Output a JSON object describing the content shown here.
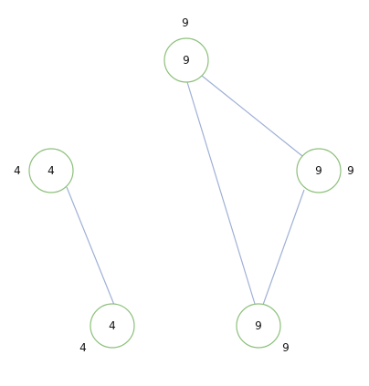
{
  "graph": {
    "colors": {
      "node_stroke": "#8cc07a",
      "edge": "#9fb0d6",
      "text": "#111111"
    },
    "nodes": [
      {
        "id": "top",
        "value": "9",
        "outside_label": "9"
      },
      {
        "id": "right",
        "value": "9",
        "outside_label": "9"
      },
      {
        "id": "bottom",
        "value": "9",
        "outside_label": "9"
      },
      {
        "id": "left",
        "value": "4",
        "outside_label": "4"
      },
      {
        "id": "lower-left",
        "value": "4",
        "outside_label": "4"
      }
    ],
    "edges": [
      {
        "from": "top",
        "to": "right"
      },
      {
        "from": "top",
        "to": "bottom"
      },
      {
        "from": "right",
        "to": "bottom"
      },
      {
        "from": "left",
        "to": "lower-left"
      }
    ]
  }
}
